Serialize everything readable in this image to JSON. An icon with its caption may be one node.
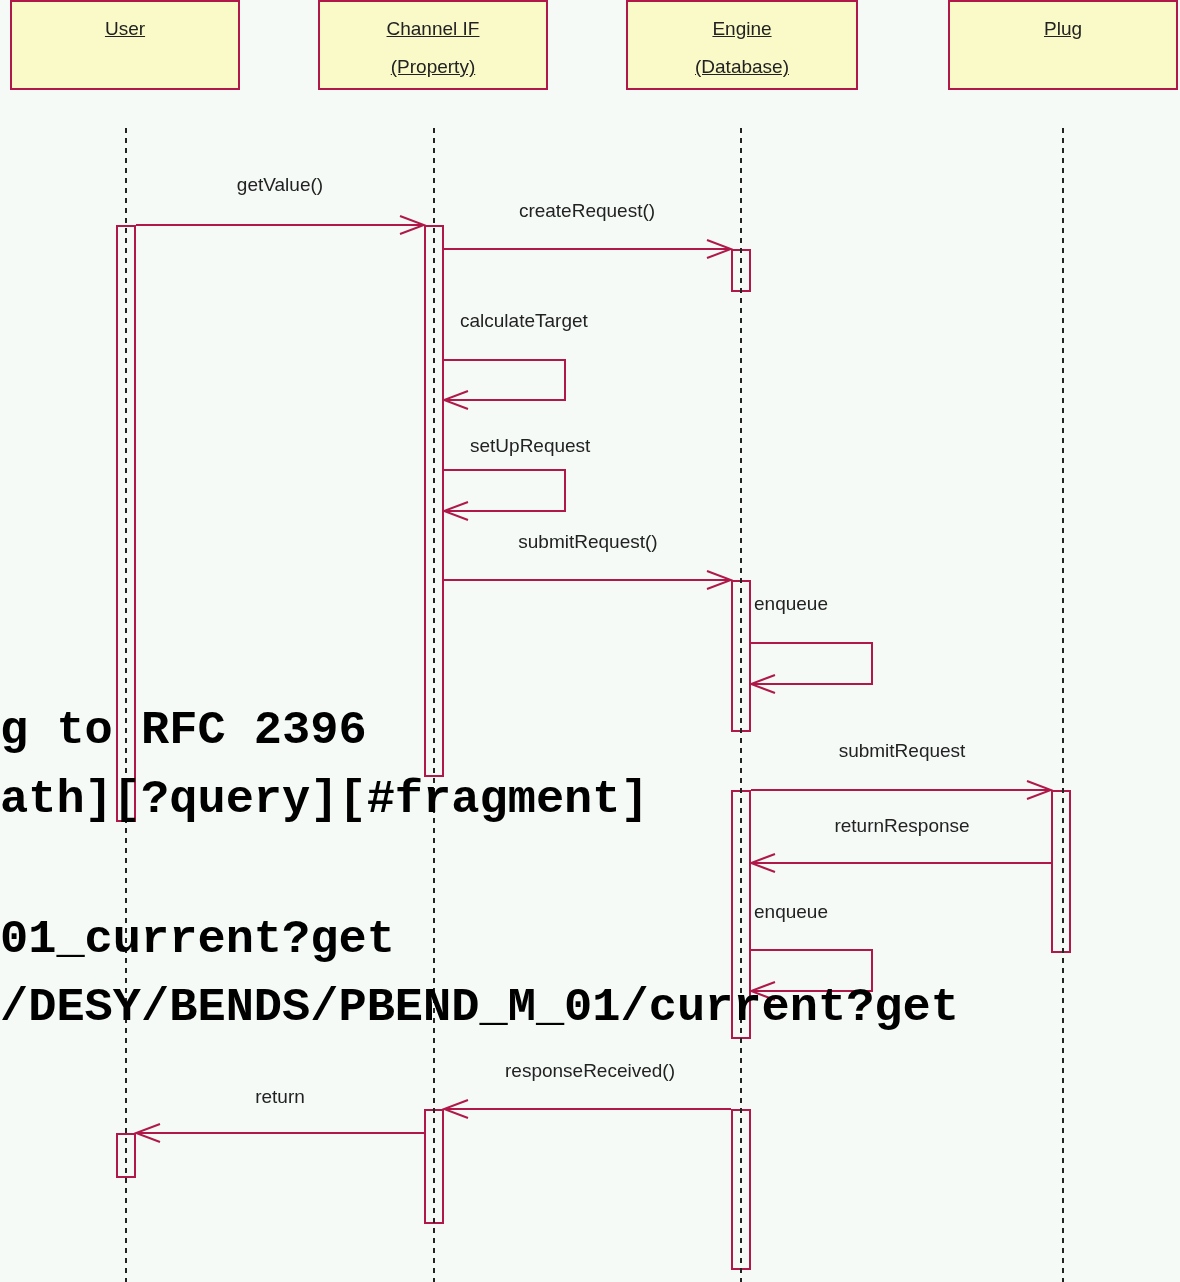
{
  "diagram": {
    "nodes": [
      {
        "text": [
          "User"
        ]
      },
      {
        "text": [
          "Channel IF (Property)"
        ]
      },
      {
        "text": [
          "Engine (Database)"
        ]
      },
      {
        "text": [
          "Plug"
        ]
      },
      {
        "text": [],
        "shape": "bar"
      },
      {
        "text": [],
        "shape": "bar"
      },
      {
        "text": [],
        "shape": "bar"
      },
      {
        "text": [],
        "shape": "bar"
      },
      {
        "text": [],
        "shape": "bar"
      },
      {
        "text": [],
        "shape": "bar"
      },
      {
        "text": [],
        "shape": "bar"
      },
      {
        "text": [],
        "shape": "bar"
      },
      {
        "text": [],
        "shape": "bar"
      }
    ],
    "edges": [
      {
        "from": 4,
        "to": 5,
        "arrow": "to",
        "label": "getValue()"
      },
      {
        "from": 5,
        "to": 6,
        "arrow": "to",
        "label": "createRequest()"
      },
      {
        "from": 5,
        "to": 5,
        "arrow": "to",
        "label": "calculateTarget"
      },
      {
        "from": 5,
        "to": 5,
        "arrow": "to",
        "label": "setUpRequest"
      },
      {
        "from": 5,
        "to": 7,
        "arrow": "to",
        "label": "submitRequest()"
      },
      {
        "from": 7,
        "to": 7,
        "arrow": "to",
        "label": "enqueue"
      },
      {
        "from": 8,
        "to": 9,
        "arrow": "to",
        "label": "submitRequest"
      },
      {
        "from": 9,
        "to": 8,
        "arrow": "to",
        "label": "returnResponse"
      },
      {
        "from": 8,
        "to": 8,
        "arrow": "to",
        "label": "enqueue"
      },
      {
        "from": 11,
        "to": 10,
        "arrow": "to",
        "label": "responseReceived()"
      },
      {
        "from": 10,
        "to": 12,
        "arrow": "to",
        "label": "return"
      }
    ],
    "labels": [
      "g to RFC 2396",
      "ath][?query][#fragment]",
      "01_current?get",
      "/DESY/BENDS/PBEND_M_01/current?get"
    ]
  }
}
